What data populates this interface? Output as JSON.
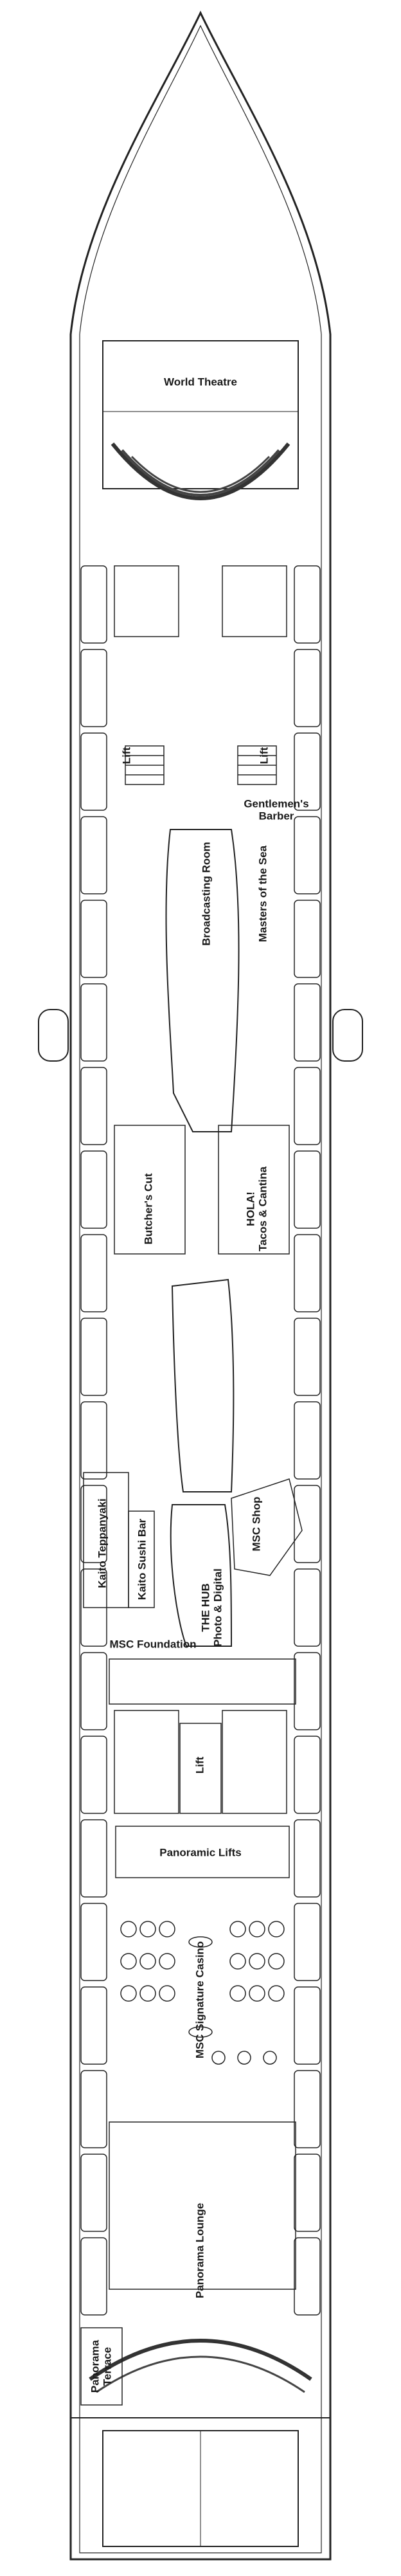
{
  "deck": {
    "labels": {
      "world_theatre": "World Theatre",
      "lift_fwd_port": "Lift",
      "lift_fwd_stbd": "Lift",
      "gentlemens_barber": "Gentlemen's Barber",
      "broadcasting_room": "Broadcasting Room",
      "masters_of_the_sea": "Masters of the Sea",
      "butchers_cut": "Butcher's Cut",
      "hola_tacos_cantina_line1": "HOLA!",
      "hola_tacos_cantina_line2": "Tacos & Cantina",
      "kaito_teppanyaki": "Kaito Teppanyaki",
      "kaito_sushi_bar": "Kaito Sushi Bar",
      "msc_shop": "MSC Shop",
      "msc_foundation": "MSC Foundation",
      "the_hub_line1": "THE HUB",
      "the_hub_line2": "Photo & Digital",
      "lift_mid": "Lift",
      "panoramic_lifts": "Panoramic Lifts",
      "msc_signature_casino": "MSC Signature Casino",
      "panorama_lounge": "Panorama Lounge",
      "panorama_terrace_line1": "Panorama",
      "panorama_terrace_line2": "Terrace"
    }
  }
}
